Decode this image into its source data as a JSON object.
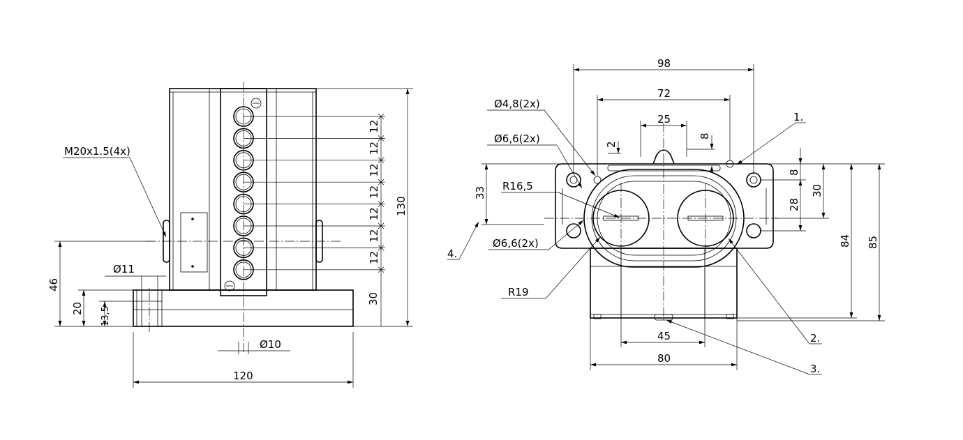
{
  "side_view": {
    "thread_callout": "M20x1.5(4x)",
    "dim_diameter_11": "Ø11",
    "dim_diameter_10": "Ø10",
    "dim_46": "46",
    "dim_20": "20",
    "dim_13_5": "13,5",
    "dim_120": "120",
    "dim_130": "130",
    "dim_30": "30",
    "pitch_labels": [
      "12",
      "12",
      "12",
      "12",
      "12",
      "12",
      "12"
    ]
  },
  "front_view": {
    "dim_98": "98",
    "dim_72": "72",
    "dim_25": "25",
    "dim_8_top": "8",
    "dim_2": "2",
    "hole_48": "Ø4,8(2x)",
    "hole_66_upper": "Ø6,6(2x)",
    "hole_66_lower": "Ø6,6(2x)",
    "radius_165": "R16,5",
    "radius_19": "R19",
    "dim_33": "33",
    "dim_8_right": "8",
    "dim_28": "28",
    "dim_30": "30",
    "dim_84": "84",
    "dim_85": "85",
    "dim_45": "45",
    "dim_80": "80",
    "callout_1": "1.",
    "callout_2": "2.",
    "callout_3": "3.",
    "callout_4": "4."
  }
}
